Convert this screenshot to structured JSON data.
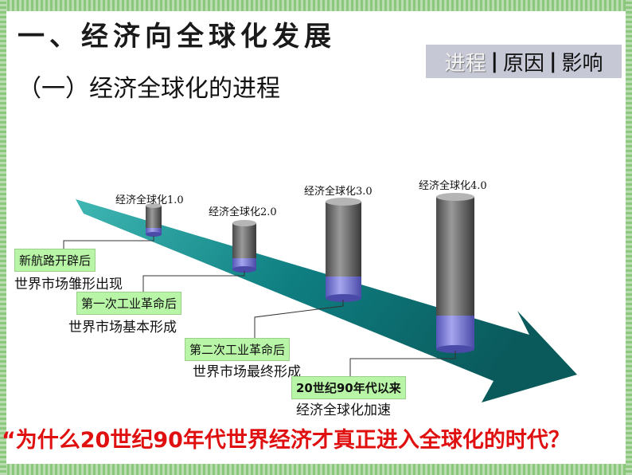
{
  "header": {
    "main_title": "一、经济向全球化发展",
    "sub_title": "（一）经济全球化的进程"
  },
  "nav": {
    "items": [
      {
        "label": "进程",
        "active": true
      },
      {
        "label": "原因",
        "active": false
      },
      {
        "label": "影响",
        "active": false
      }
    ],
    "separator": "|"
  },
  "cylinders": [
    {
      "label": "经济全球化1.0"
    },
    {
      "label": "经济全球化2.0"
    },
    {
      "label": "经济全球化3.0"
    },
    {
      "label": "经济全球化4.0"
    }
  ],
  "stages": [
    {
      "event": "新航路开辟后",
      "result": "世界市场雏形出现"
    },
    {
      "event": "第一次工业革命后",
      "result": "世界市场基本形成"
    },
    {
      "event": "第二次工业革命后",
      "result": "世界市场最终形成"
    },
    {
      "event": "20世纪90年代以来",
      "result": "经济全球化加速"
    }
  ],
  "question": "“为什么20世纪90年代世界经济才真正进入全球化的时代？",
  "colors": {
    "arrow": "#0f6b6e",
    "cylinder_gray": "#6b6b6b",
    "cylinder_blue": "#7f7fd6",
    "label_box": "#b8f5a6",
    "question": "#e01010"
  }
}
